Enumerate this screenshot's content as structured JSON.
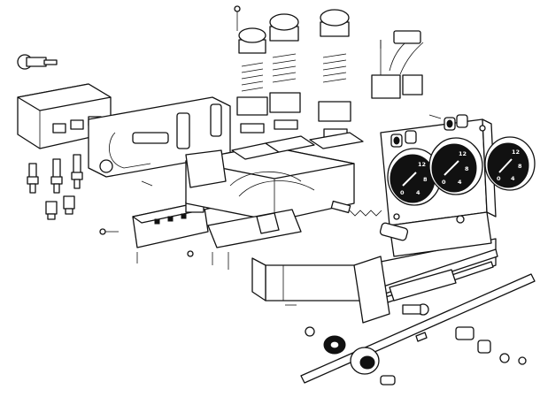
{
  "figure": {
    "kind": "exploded-view technical line drawing",
    "colors": {
      "ink": "#111111",
      "paper": "#ffffff",
      "shade": "#d4d4d4"
    }
  },
  "gauges": [
    {
      "scale_labels": [
        "12",
        "8",
        "4",
        "0"
      ]
    },
    {
      "scale_labels": [
        "12",
        "8",
        "4",
        "0"
      ]
    },
    {
      "scale_labels": [
        "12",
        "8",
        "4",
        "0"
      ]
    }
  ]
}
